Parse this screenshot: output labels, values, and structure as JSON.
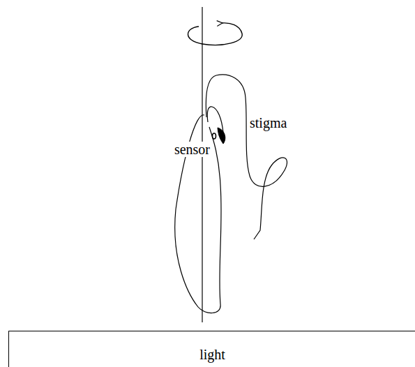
{
  "diagram": {
    "nodes": [
      {
        "text": [
          "light"
        ]
      }
    ],
    "labels": [
      "stigma",
      "sensor"
    ]
  }
}
